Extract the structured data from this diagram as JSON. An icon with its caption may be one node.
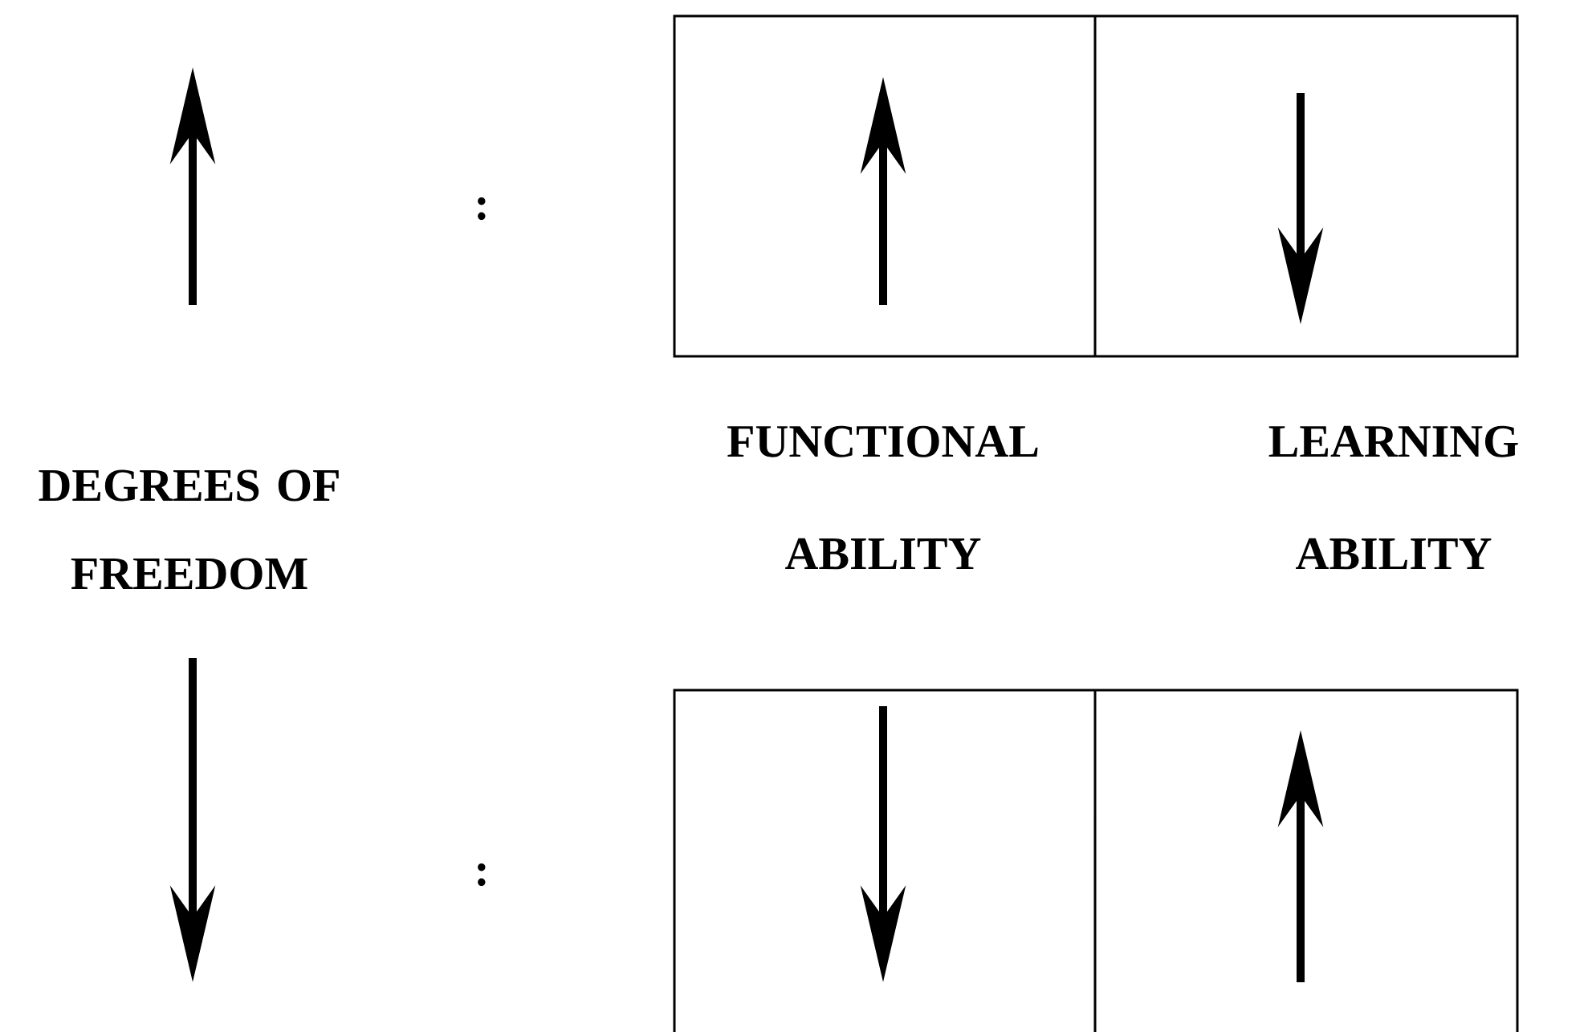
{
  "diagram": {
    "labels": [
      ":",
      "DEGREES OF FREEDOM",
      "FUNCTIONAL ABILITY",
      "LEARNING ABILITY",
      ":"
    ]
  }
}
